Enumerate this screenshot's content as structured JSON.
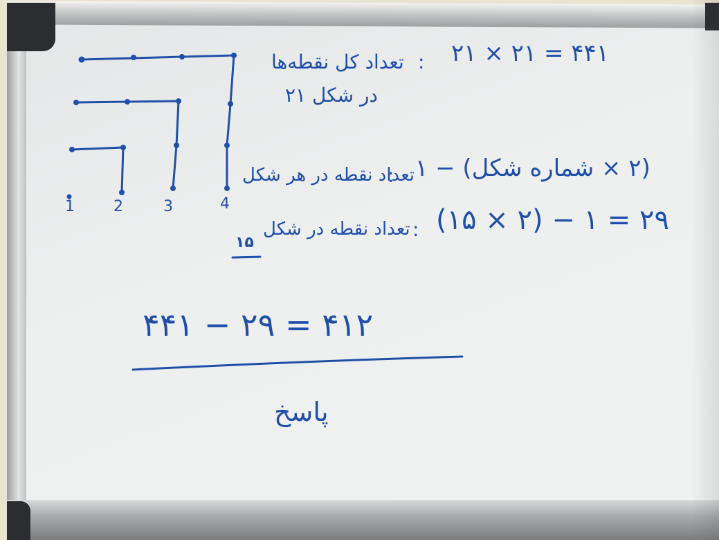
{
  "whiteboard": {
    "label_total_dots": "تعداد کل نقطه‌ها",
    "label_in_shape_21": "در شکل ۲۱",
    "equation_total": "۲۱ × ۲۱ = ۴۴۱",
    "colon1": ":",
    "label_dots_each_shape": "تعداد نقطه در هر شکل",
    "formula_general": "(۲ × شماره شکل) − ۱",
    "colon2": ":",
    "label_dots_shape_15_prefix": "تعداد نقطه در شکل",
    "label_dots_shape_15_num": "۱۵",
    "formula_shape_15": "(۱۵ × ۲) − ۱ = ۲۹",
    "equation_final": "۴۴۱ − ۲۹ = ۴۱۲",
    "answer_label": "پاسخ",
    "figure_labels": [
      "1",
      "2",
      "3",
      "4"
    ]
  },
  "colors": {
    "ink": "#1f4fa8",
    "board": "#eef0f0",
    "frame": "#b5b7b9"
  }
}
